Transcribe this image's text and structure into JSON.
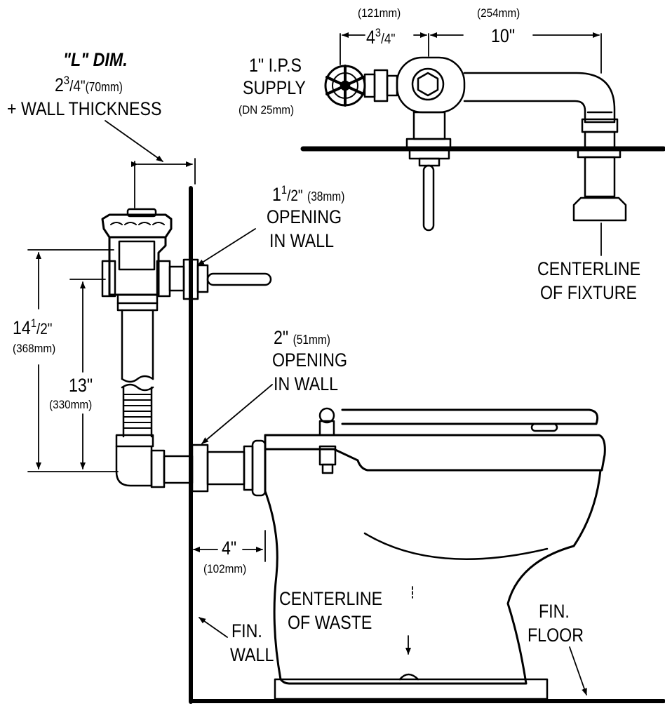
{
  "labels": {
    "l_dim_title": "\"L\" DIM.",
    "l_dim_value": "2",
    "l_dim_frac_num": "3",
    "l_dim_frac_den": "/4\"",
    "l_dim_mm": "(70mm)",
    "l_dim_plus": "+ WALL THICKNESS",
    "top_mm_1": "(121mm)",
    "top_mm_2": "(254mm)",
    "top_dim_1_whole": "4",
    "top_dim_1_num": "3",
    "top_dim_1_den": "/4\"",
    "top_dim_2": "10\"",
    "supply_1": "1\" I.P.S",
    "supply_2": "SUPPLY",
    "supply_3": "(DN 25mm)",
    "open1_whole": "1",
    "open1_num": "1",
    "open1_den": "/2\"",
    "open1_mm": "(38mm)",
    "open1_l2": "OPENING",
    "open1_l3": "IN WALL",
    "open2_size": "2\"",
    "open2_mm": "(51mm)",
    "open2_l2": "OPENING",
    "open2_l3": "IN WALL",
    "centerline_fixture_1": "CENTERLINE",
    "centerline_fixture_2": "OF FIXTURE",
    "dim_145_whole": "14",
    "dim_145_num": "1",
    "dim_145_den": "/2\"",
    "dim_145_mm": "(368mm)",
    "dim_13": "13\"",
    "dim_13_mm": "(330mm)",
    "dim_4": "4\"",
    "dim_4_mm": "(102mm)",
    "centerline_waste_1": "CENTERLINE",
    "centerline_waste_2": "OF WASTE",
    "fin_wall_1": "FIN.",
    "fin_wall_2": "WALL",
    "fin_floor_1": "FIN.",
    "fin_floor_2": "FLOOR"
  },
  "colors": {
    "ink": "#000000",
    "paper": "#ffffff"
  }
}
